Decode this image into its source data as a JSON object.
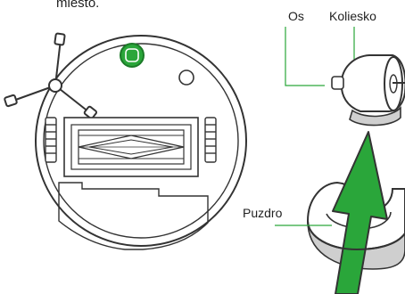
{
  "caption_top": "miesto.",
  "labels": {
    "os": "Os",
    "koliesko": "Koliesko",
    "puzdro": "Puzdro"
  },
  "colors": {
    "outline": "#333333",
    "green_accent": "#2aa63a",
    "shadow": "#cfcfcf"
  }
}
